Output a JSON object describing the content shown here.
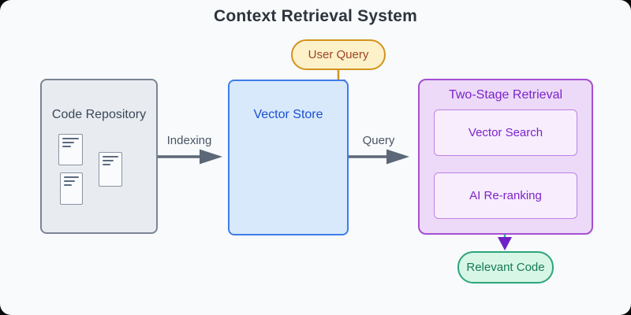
{
  "title": "Context Retrieval System",
  "nodes": {
    "user_query": {
      "label": "User Query",
      "shape": "pill",
      "fill": "#fdf1ca",
      "border": "#d2941e"
    },
    "code_repository": {
      "label": "Code Repository",
      "shape": "box",
      "fill": "#e8ecf1",
      "border": "#7b8496",
      "icon": "document-stack"
    },
    "vector_store": {
      "label": "Vector Store",
      "shape": "box",
      "fill": "#d8e9fc",
      "border": "#3e7de9",
      "icon": "network-graph"
    },
    "two_stage": {
      "label": "Two-Stage Retrieval",
      "shape": "box",
      "fill": "#ecdaf8",
      "border": "#a44fd0",
      "children": [
        {
          "label": "Vector Search"
        },
        {
          "label": "AI Re-ranking"
        }
      ]
    },
    "relevant_code": {
      "label": "Relevant Code",
      "shape": "pill",
      "fill": "#d8f6e5",
      "border": "#2ba57d"
    }
  },
  "edges": [
    {
      "from": "code_repository",
      "to": "vector_store",
      "label": "Indexing",
      "color": "#5c6878"
    },
    {
      "from": "vector_store",
      "to": "two_stage",
      "label": "Query",
      "color": "#5c6878"
    },
    {
      "from": "user_query",
      "to": "vector_store",
      "label": "",
      "color": "#d2941e",
      "arrowhead": "#6f21c8"
    },
    {
      "from": "vector_search",
      "to": "ai_reranking",
      "label": "",
      "color": "#6f21c8",
      "arrowhead": "#6f21c8"
    },
    {
      "from": "ai_reranking",
      "to": "relevant_code",
      "label": "",
      "color": "#2cb49c",
      "arrowhead": "#6f21c8"
    }
  ],
  "colors": {
    "canvas_bg": "#f8fafc",
    "title_ink": "#2e343d",
    "arrow_gray": "#5c6878",
    "graph_blue": "#3b7ef2",
    "arrow_purple": "#6f21c8",
    "teal_line": "#2cb49c"
  }
}
